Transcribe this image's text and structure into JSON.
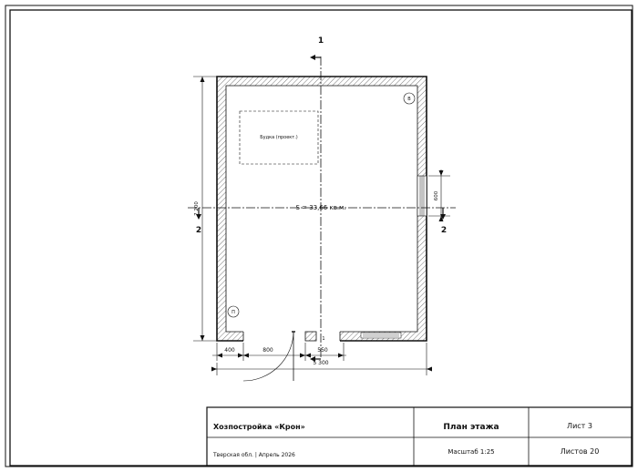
{
  "section_marks": {
    "top": "1",
    "bottom": "1",
    "left": "2",
    "right": "2"
  },
  "room": {
    "area_label": "S = 33,66 кв.м.",
    "equipment_label": "Будка (проект.)",
    "marker_top_right": "В",
    "marker_bottom_left": "П"
  },
  "dimensions": {
    "height": "7 200",
    "window": "600",
    "seg_1": "400",
    "seg_2": "800",
    "seg_3": "550",
    "overall": "5 300"
  },
  "title_block": {
    "company": "Хозпостройка «Крон»",
    "location_date": "Тверская обл. | Апрель 2026",
    "drawing_title": "План этажа",
    "scale": "Масштаб 1:25",
    "sheet": "Лист 3",
    "sheets_total": "Листов 20"
  },
  "colors": {
    "line": "#111111",
    "hatch": "#555555"
  }
}
